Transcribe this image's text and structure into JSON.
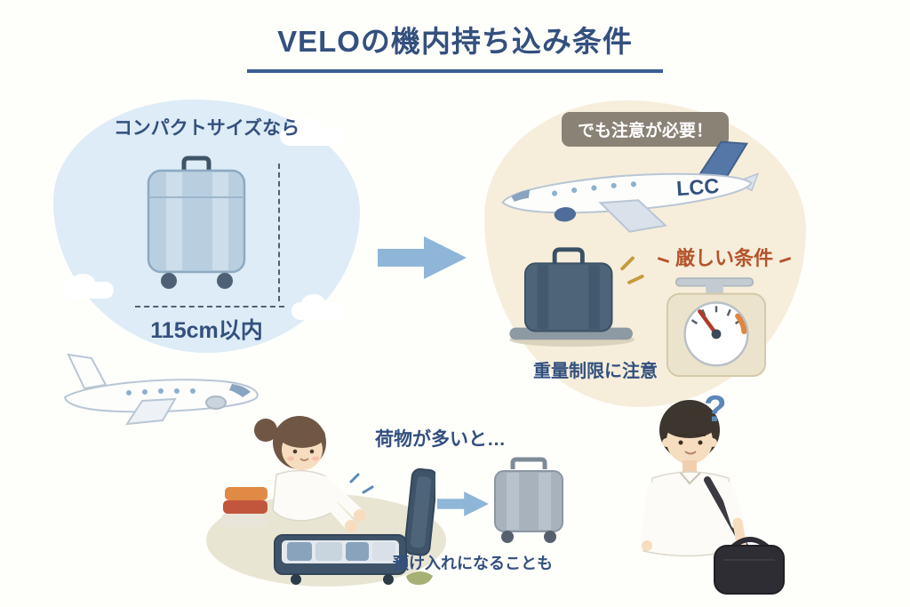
{
  "title": "VELOの機内持ち込み条件",
  "left_panel": {
    "label": "コンパクトサイズなら",
    "size_limit": "115cm以内"
  },
  "right_panel": {
    "warning_badge": "でも注意が必要！",
    "plane_label": "LCC",
    "strict_conditions": "厳しい条件",
    "weight_note": "重量制限に注意"
  },
  "bottom_scene": {
    "packing_note": "荷物が多いと…",
    "checked_note": "預け入れになることも",
    "question_mark": "?"
  },
  "colors": {
    "navy": "#33507e",
    "red_brown": "#b5542c",
    "badge_bg": "#8a8274",
    "arrow_blue": "#8fb6d9",
    "panel_blue": "#ddecf6",
    "panel_cream": "#f6eedb"
  }
}
